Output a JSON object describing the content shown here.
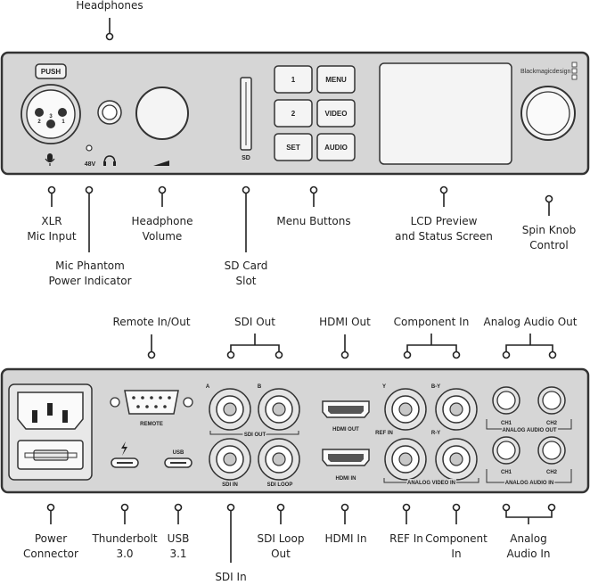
{
  "front_panel": {
    "push_label": "PUSH",
    "xlr_pins": [
      "2",
      "3",
      "1"
    ],
    "phantom_label": "48V",
    "sd_label": "SD",
    "buttons": [
      "1",
      "2",
      "SET",
      "MENU",
      "VIDEO",
      "AUDIO"
    ],
    "brand": "Blackmagicdesign"
  },
  "rear_panel": {
    "remote_label": "REMOTE",
    "usb_label": "USB",
    "bnc_a": "A",
    "bnc_b": "B",
    "sdi_out_label": "SDI OUT",
    "sdi_in_label": "SDI IN",
    "sdi_loop_label": "SDI LOOP",
    "hdmi_out_label": "HDMI OUT",
    "hdmi_in_label": "HDMI IN",
    "y_label": "Y",
    "by_label": "B-Y",
    "ref_in_label": "REF IN",
    "ry_label": "R-Y",
    "analog_video_in_label": "ANALOG VIDEO IN",
    "ch1_out": "CH1",
    "ch2_out": "CH2",
    "analog_audio_out_label": "ANALOG AUDIO OUT",
    "ch1_in": "CH1",
    "ch2_in": "CH2",
    "analog_audio_in_label": "ANALOG AUDIO IN"
  },
  "callouts_front": {
    "headphones": "Headphones",
    "xlr": [
      "XLR",
      "Mic Input"
    ],
    "phantom": [
      "Mic Phantom",
      "Power Indicator"
    ],
    "volume": [
      "Headphone",
      "Volume"
    ],
    "sd": [
      "SD Card",
      "Slot"
    ],
    "menu": "Menu Buttons",
    "lcd": [
      "LCD Preview",
      "and Status Screen"
    ],
    "knob": [
      "Spin Knob",
      "Control"
    ]
  },
  "callouts_rear_top": {
    "remote": "Remote In/Out",
    "sdi_out": "SDI Out",
    "hdmi_out": "HDMI Out",
    "component_in": "Component In",
    "analog_audio_out": "Analog Audio Out"
  },
  "callouts_rear_bottom": {
    "power": [
      "Power",
      "Connector"
    ],
    "thunderbolt": [
      "Thunderbolt",
      "3.0"
    ],
    "usb": [
      "USB",
      "3.1"
    ],
    "sdi_in": "SDI In",
    "sdi_loop": [
      "SDI Loop",
      "Out"
    ],
    "hdmi_in": "HDMI In",
    "ref_in": "REF In",
    "component": [
      "Component",
      "In"
    ],
    "analog_in": [
      "Analog",
      "Audio In"
    ]
  }
}
